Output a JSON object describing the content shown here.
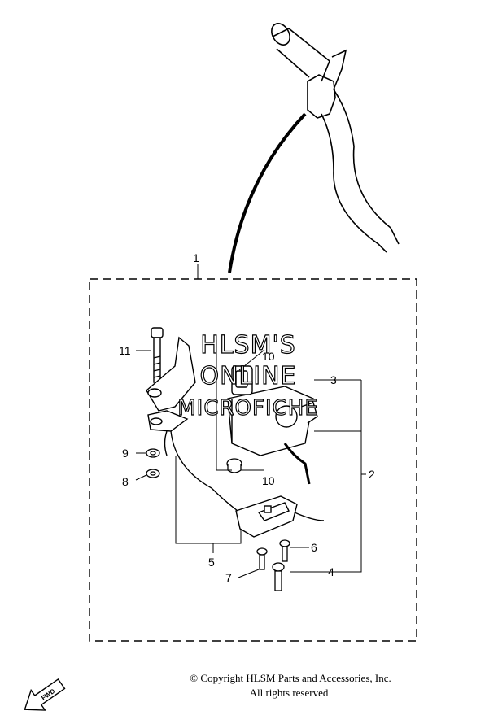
{
  "watermark": {
    "line1": "HLSM'S",
    "line2": "ONLINE",
    "line3": "MICROFICHE"
  },
  "callouts": {
    "c1": "1",
    "c2": "2",
    "c3": "3",
    "c4": "4",
    "c5": "5",
    "c6": "6",
    "c7": "7",
    "c8": "8",
    "c9": "9",
    "c10a": "10",
    "c10b": "10",
    "c11": "11"
  },
  "fwd_arrow": {
    "label": "FWD"
  },
  "copyright": {
    "line1": "© Copyright HLSM Parts and Accessories, Inc.",
    "line2": "All rights reserved"
  }
}
